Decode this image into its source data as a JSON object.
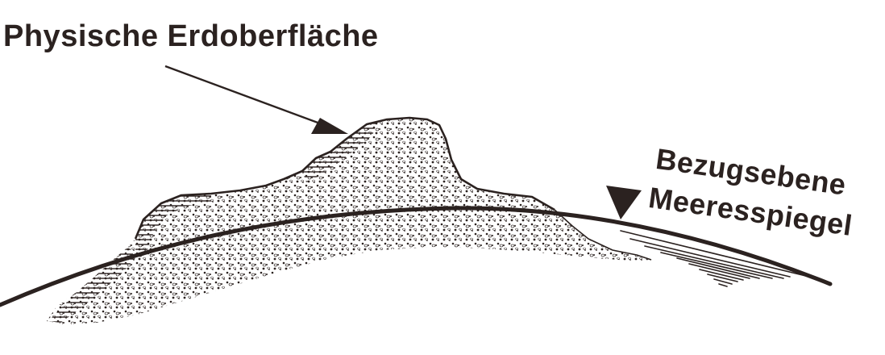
{
  "labels": {
    "physical_surface": "Physische Erdoberfläche",
    "reference_line1": "Bezugsebene",
    "reference_line2": "Meeresspiegel"
  },
  "colors": {
    "ink": "#2b2220",
    "paper": "#ffffff"
  }
}
